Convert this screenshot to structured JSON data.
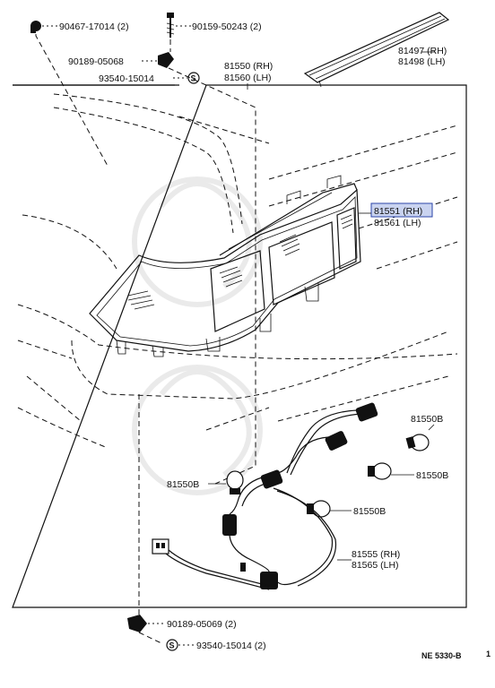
{
  "diagram_code": "NE 5330-B",
  "edge_mark": "1",
  "labels": {
    "p90467": "90467-17014 (2)",
    "p90159": "90159-50243 (2)",
    "p90189_top": "90189-05068",
    "p93540_top": "93540-15014",
    "p81550_rh": "81550 (RH)",
    "p81560_lh": "81560 (LH)",
    "p81497_rh": "81497 (RH)",
    "p81498_lh": "81498 (LH)",
    "p81551_rh": "81551 (RH)",
    "p81561_lh": "81561 (LH)",
    "p81550b_1": "81550B",
    "p81550b_2": "81550B",
    "p81550b_3": "81550B",
    "p81550b_4": "81550B",
    "p81555_rh": "81555 (RH)",
    "p81565_lh": "81565 (LH)",
    "p90189_bot": "90189-05069 (2)",
    "p93540_bot": "93540-15014 (2)"
  },
  "symbols": {
    "s_top": "S",
    "s_bot": "S"
  },
  "highlight_color": "#c9d3f0"
}
